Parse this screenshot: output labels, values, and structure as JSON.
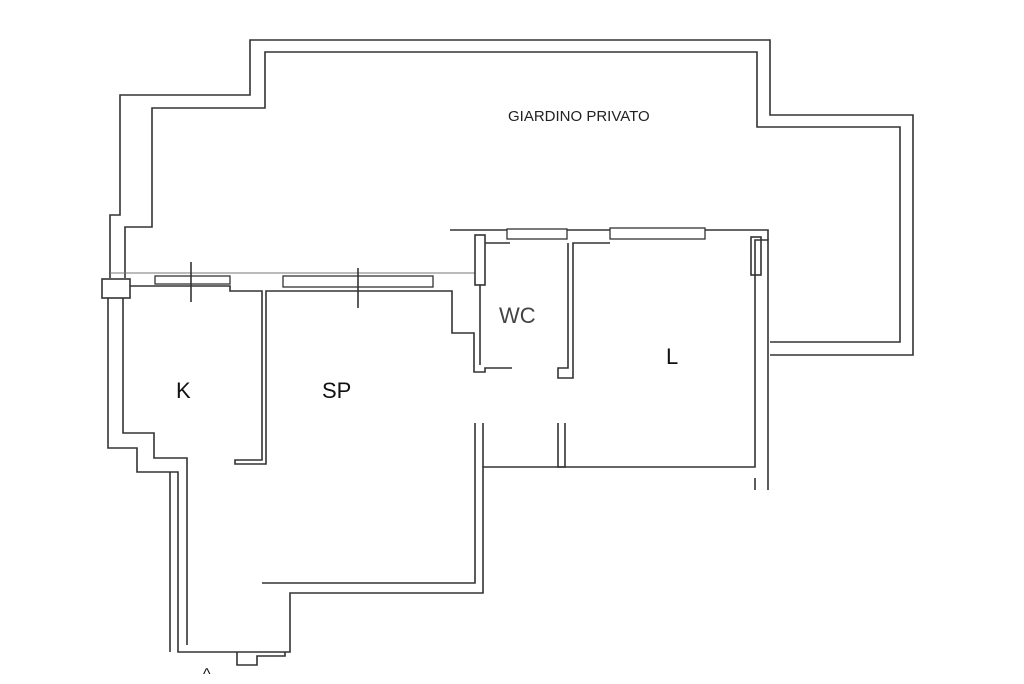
{
  "plan": {
    "garden_label": "GIARDINO PRIVATO",
    "rooms": {
      "kitchen": "K",
      "living_dining": "SP",
      "bathroom": "WC",
      "bedroom": "L"
    },
    "entrance_marker": "^"
  }
}
